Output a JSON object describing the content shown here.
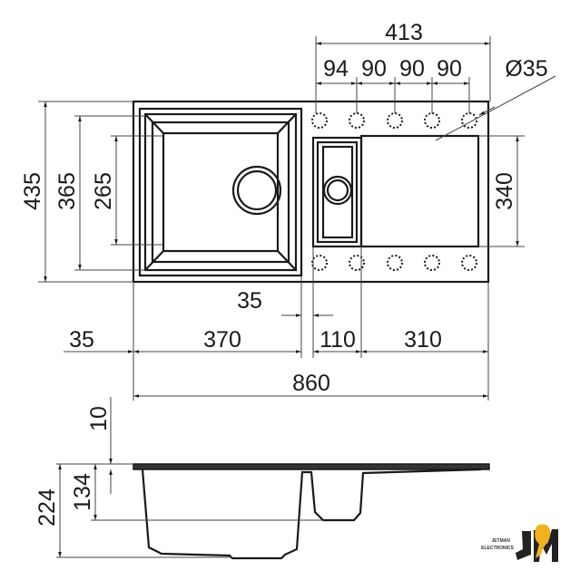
{
  "drawing": {
    "top_view": {
      "total_hole_span": "413",
      "hole_spacings": [
        "94",
        "90",
        "90",
        "90"
      ],
      "hole_diameter": "Ø35",
      "overall_depth": "435",
      "bowl_outer_depth": "365",
      "bowl_inner_depth": "265",
      "drainer_depth": "340",
      "gap_width": "35",
      "left_margin": "35",
      "main_bowl_width": "370",
      "small_bowl_width": "110",
      "drainer_width": "310",
      "overall_width": "860"
    },
    "side_view": {
      "rim_thickness": "10",
      "small_bowl_depth": "134",
      "main_bowl_depth": "224"
    }
  },
  "logo": {
    "line1": "JETMAN",
    "line2": "ELECTRONICS",
    "mark": "JM"
  }
}
